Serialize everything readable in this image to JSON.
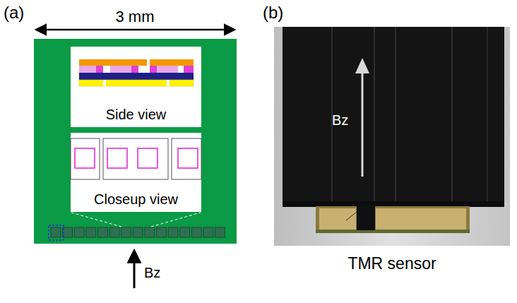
{
  "diagram": {
    "nodes": [
      {
        "text": [
          "Side view"
        ]
      },
      {
        "text": [
          "Closeup view"
        ]
      }
    ],
    "labels": [
      "(a)",
      "3 mm",
      "Bz",
      "(b)",
      "Bz",
      "TMR sensor"
    ]
  }
}
